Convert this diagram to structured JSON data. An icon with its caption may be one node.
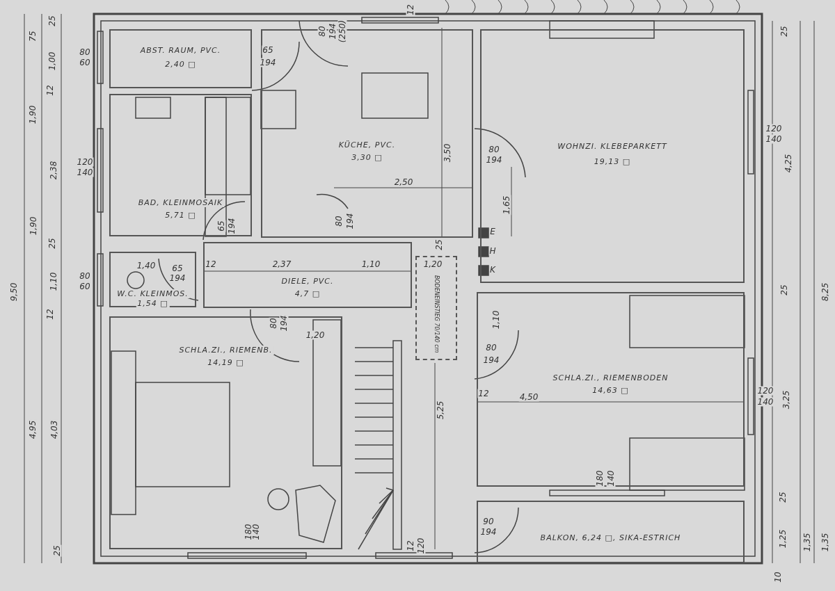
{
  "diagram": {
    "nodes": [
      {
        "text": [
          "ABST. RAUM, PVC.",
          "2,40 □"
        ]
      },
      {
        "text": [
          "BAD, KLEINMOSAIK",
          "5,71 □"
        ]
      },
      {
        "text": [
          "W.C. KLEINMOS.",
          "1,54 □"
        ]
      },
      {
        "text": [
          "KÜCHE, PVC.",
          "3,30 □"
        ]
      },
      {
        "text": [
          "WOHNZI. KLEBEPARKETT",
          "19,13 □"
        ]
      },
      {
        "text": [
          "DIELE, PVC.",
          "4,7 □"
        ]
      },
      {
        "text": [
          "SCHLA.ZI., RIEMENB.",
          "14,19 □"
        ]
      },
      {
        "text": [
          "SCHLA.ZI., RIEMENBODEN",
          "14,63 □"
        ]
      },
      {
        "text": [
          "BALKON, 6,24 □, SIKA-ESTRICH"
        ]
      },
      {
        "text": [
          "BODENEINSTIEG 70/140 cm"
        ]
      }
    ],
    "labels": [
      "25",
      "75",
      "1,00",
      "12",
      "1,90",
      "2,38",
      "1,90",
      "25",
      "1,10",
      "9,50",
      "12",
      "4,95",
      "4,03",
      "25",
      "80",
      "60",
      "120",
      "140",
      "80",
      "60",
      "65",
      "194",
      "80",
      "194",
      "(250)",
      "12",
      "65",
      "194",
      "3,50",
      "2,50",
      "80",
      "194",
      "80",
      "194",
      "1,65",
      "120",
      "140",
      "E",
      "H",
      "K",
      "1,40",
      "12",
      "65",
      "194",
      "2,37",
      "1,10",
      "1,20",
      "25",
      "1,20",
      "80",
      "194",
      "1,10",
      "80",
      "194",
      "12",
      "4,50",
      "120",
      "140",
      "3,25",
      "25",
      "4,25",
      "25",
      "8,25",
      "5,25",
      "180",
      "140",
      "12",
      "120",
      "90",
      "194",
      "180",
      "140",
      "25",
      "1,25",
      "1,35",
      "1,35",
      "10"
    ]
  }
}
